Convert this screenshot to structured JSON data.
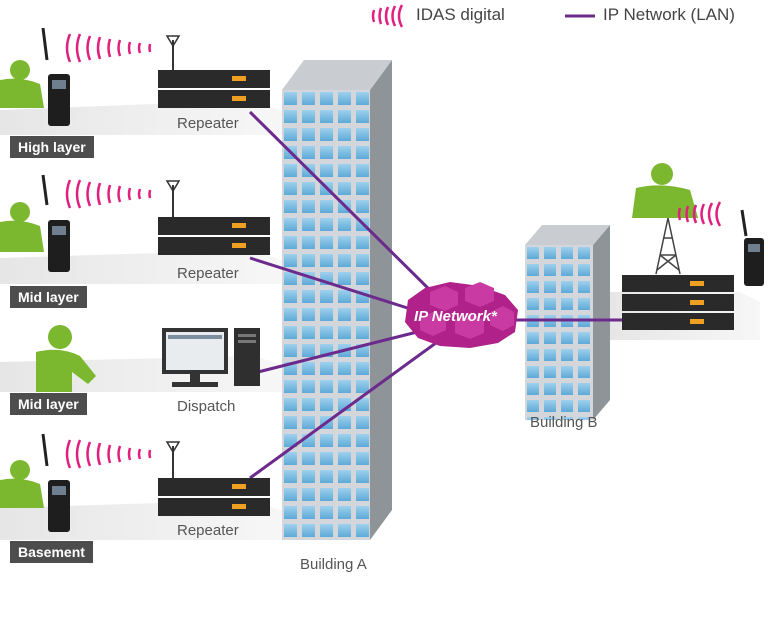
{
  "legend": {
    "idas_label": "IDAS digital",
    "ip_label": "IP Network (LAN)",
    "idas_color": "#e0207f",
    "ip_color": "#6b2a8c"
  },
  "layers": [
    {
      "label": "High layer",
      "equipment": "Repeater"
    },
    {
      "label": "Mid layer",
      "equipment": "Repeater"
    },
    {
      "label": "Mid layer",
      "equipment": "Dispatch"
    },
    {
      "label": "Basement",
      "equipment": "Repeater"
    }
  ],
  "buildings": {
    "a_label": "Building A",
    "b_label": "Building B"
  },
  "network": {
    "label": "IP Network*"
  }
}
